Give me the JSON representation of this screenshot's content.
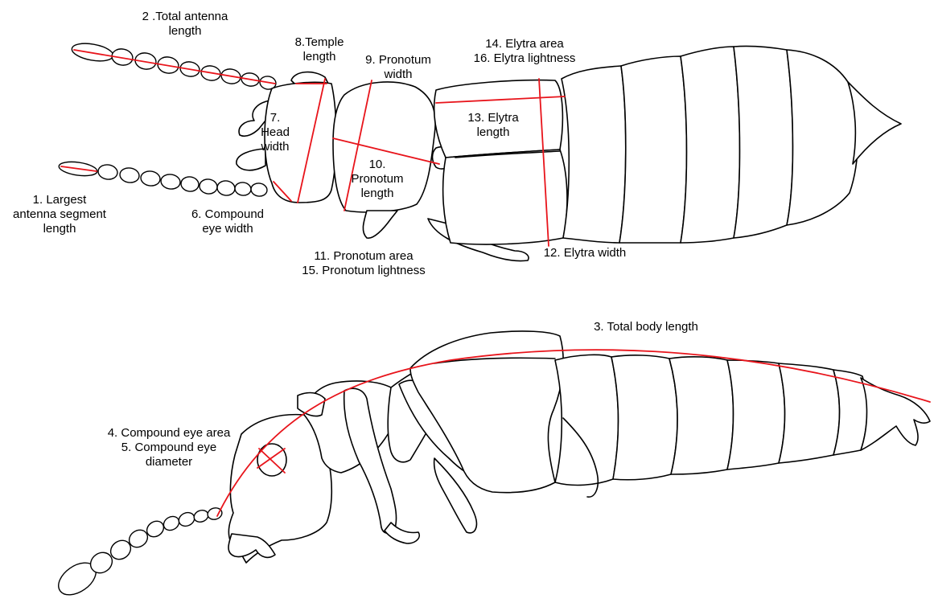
{
  "colors": {
    "outline": "#000000",
    "measurement": "#e8141b",
    "background": "#ffffff"
  },
  "labels": {
    "total_antenna_length": [
      "2 .Total antenna",
      "length"
    ],
    "largest_antenna_segment": [
      "1. Largest",
      "antenna segment",
      "length"
    ],
    "compound_eye_width": [
      "6. Compound",
      "eye width"
    ],
    "head_width": [
      "7.",
      "Head",
      "width"
    ],
    "temple_length": [
      "8.Temple",
      "length"
    ],
    "pronotum_width": [
      "9. Pronotum",
      "width"
    ],
    "pronotum_length": [
      "10.",
      "Pronotum",
      "length"
    ],
    "pronotum_area_lightness": [
      "11. Pronotum area",
      "15. Pronotum lightness"
    ],
    "elytra_width": "12. Elytra width",
    "elytra_length": [
      "13. Elytra",
      "length"
    ],
    "elytra_area_lightness": [
      "14. Elytra area",
      "16. Elytra lightness"
    ],
    "total_body_length": "3. Total body length",
    "compound_eye_area_diameter": [
      "4. Compound eye area",
      "5. Compound eye",
      "diameter"
    ]
  }
}
